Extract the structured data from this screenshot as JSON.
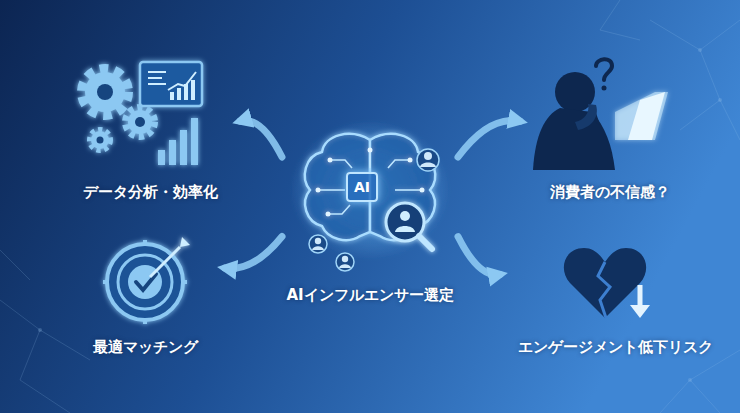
{
  "diagram": {
    "nodes": [
      {
        "text": [
          "AIインフルエンサー選定"
        ]
      },
      {
        "text": [
          "AI"
        ],
        "in": 0
      },
      {
        "text": [
          "データ分析・効率化"
        ]
      },
      {
        "text": [
          "最適マッチング"
        ]
      },
      {
        "text": [
          "消費者の不信感？"
        ]
      },
      {
        "text": [
          "エンゲージメント低下リスク"
        ]
      }
    ],
    "edges": [
      {
        "from": 0,
        "to": 2,
        "arrow": "to"
      },
      {
        "from": 0,
        "to": 3,
        "arrow": "to"
      },
      {
        "from": 0,
        "to": 4,
        "arrow": "to"
      },
      {
        "from": 0,
        "to": 5,
        "arrow": "to"
      }
    ]
  }
}
